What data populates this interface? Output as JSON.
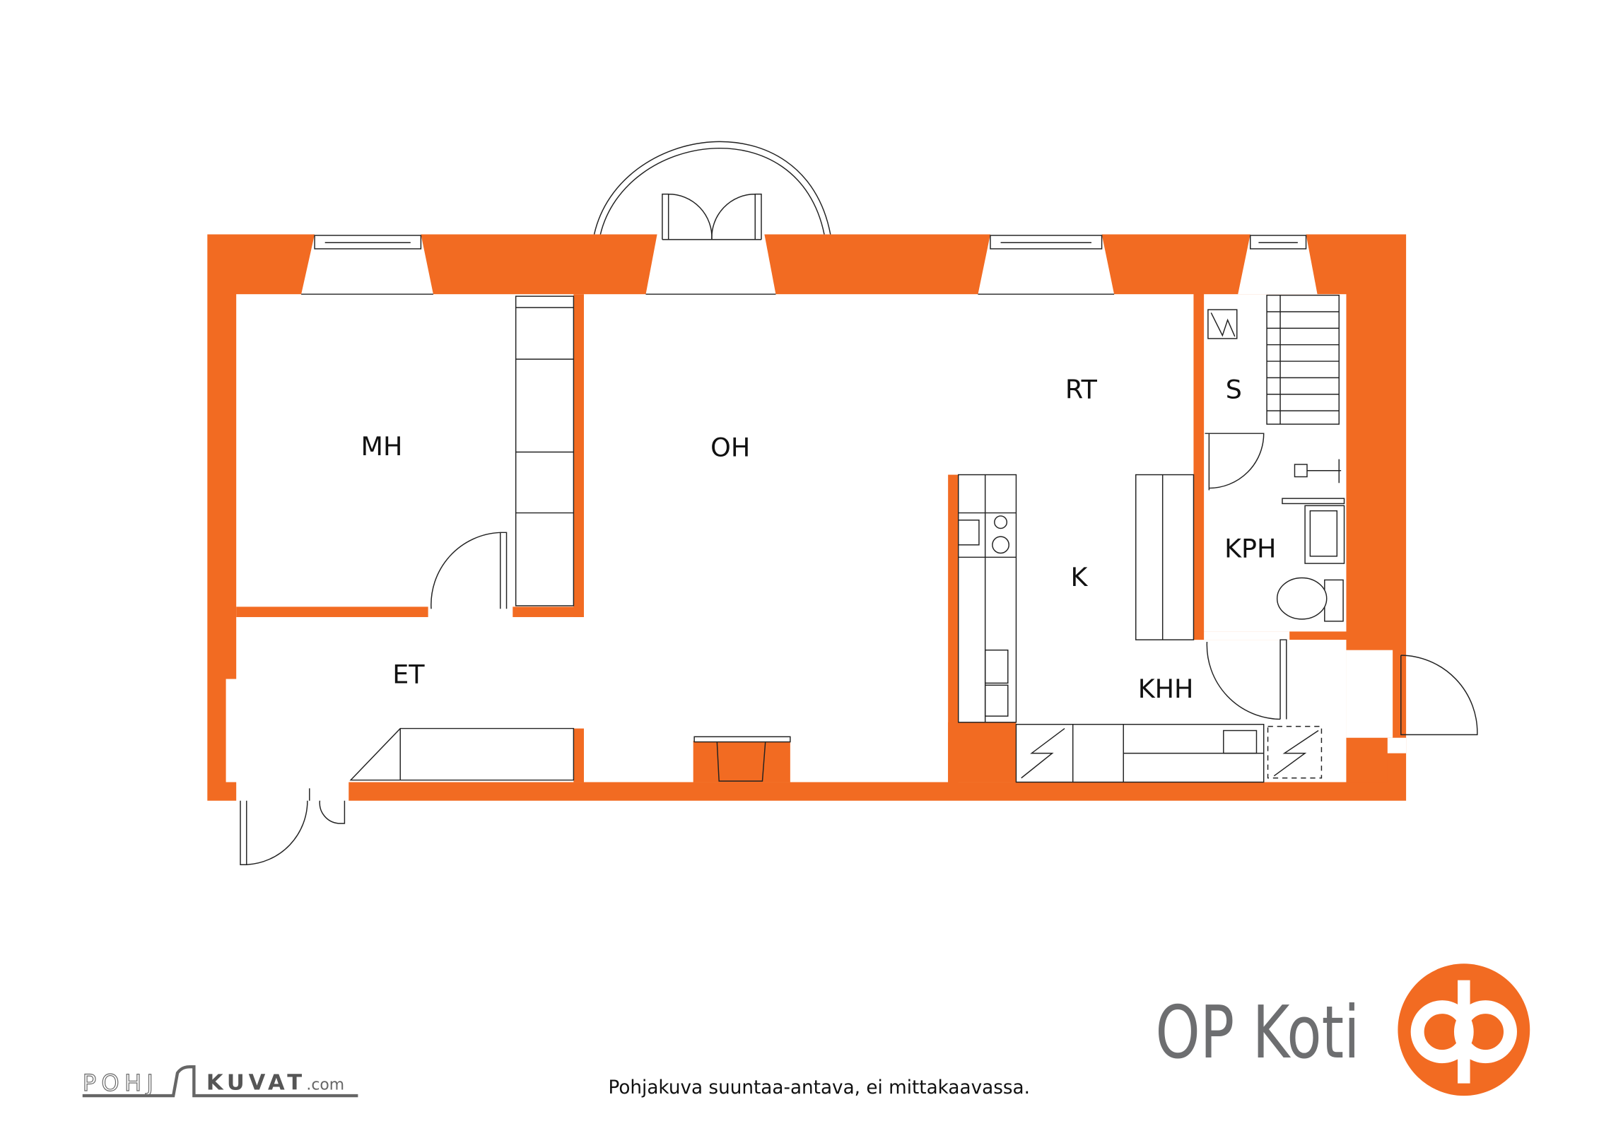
{
  "floorplan": {
    "rooms": [
      {
        "id": "mh",
        "label": "MH"
      },
      {
        "id": "oh",
        "label": "OH"
      },
      {
        "id": "rt",
        "label": "RT"
      },
      {
        "id": "s",
        "label": "S"
      },
      {
        "id": "kph",
        "label": "KPH"
      },
      {
        "id": "k",
        "label": "K"
      },
      {
        "id": "khh",
        "label": "KHH"
      },
      {
        "id": "et",
        "label": "ET"
      }
    ],
    "wall_color": "#f26b22"
  },
  "footer": {
    "disclaimer": "Pohjakuva suuntaa-antava, ei mittakaavassa.",
    "pohjakuvat_logo": "POHJAKUVAT.com",
    "brand_text": "OP Koti",
    "brand_color": "#f26b22",
    "brand_text_color": "#6d6e70"
  }
}
